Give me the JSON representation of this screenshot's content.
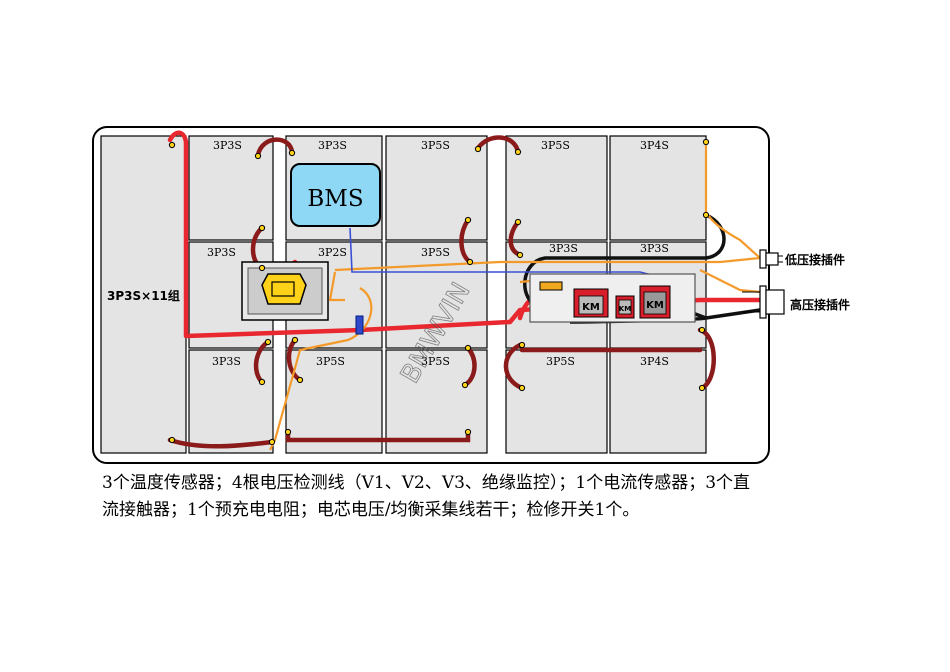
{
  "modules": {
    "big_left": "3P3S×11组",
    "r1c2": "3P3S",
    "r1c3": "3P3S",
    "r1c4": "3P5S",
    "r1c5": "3P5S",
    "r1c6": "3P4S",
    "r2c2": "3P3S",
    "r2c3": "3P2S",
    "r2c4": "3P5S",
    "r2c5": "3P3S",
    "r2c6": "3P3S",
    "r3c2": "3P3S",
    "r3c3": "3P5S",
    "r3c4": "3P5S",
    "r3c5": "3P5S",
    "r3c6": "3P4S"
  },
  "bms_label": "BMS",
  "contactor_labels": [
    "KM",
    "KM",
    "KM"
  ],
  "connectors": {
    "low_voltage": "低压接插件",
    "high_voltage": "高压接插件"
  },
  "watermark": "BMWVIN",
  "caption": "3个温度传感器；4根电压检测线（V1、V2、V3、绝缘监控）；1个电流传感器；3个直流接触器；1个预充电电阻；电芯电压/均衡采集线若干；检修开关1个。",
  "colors": {
    "module_fill": "#e4e4e4",
    "bms_fill": "#8fd8f5",
    "high_voltage_cable": "#e8282e",
    "jumper": "#8b1a1a",
    "signal_orange": "#f39a2a",
    "low_voltage_black": "#111111",
    "switch_yellow": "#ffd21a"
  }
}
